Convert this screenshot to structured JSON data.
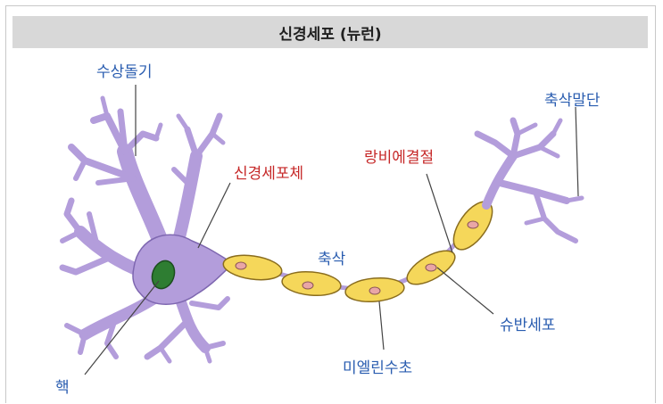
{
  "title": "신경세포 (뉴런)",
  "labels": {
    "dendrite": "수상돌기",
    "soma": "신경세포체",
    "nucleus": "핵",
    "axon": "축삭",
    "node": "랑비에결절",
    "terminal": "축삭말단",
    "schwann": "슈반세포",
    "myelin": "미엘린수초"
  },
  "colors": {
    "cell_body": "#b39ddb",
    "cell_stroke": "#5e4a8a",
    "nucleus": "#2e7d32",
    "myelin_fill": "#f5d75a",
    "myelin_stroke": "#8a6d1e",
    "schwann_nucleus": "#e9a6a6",
    "label_blue": "#2a5db0",
    "label_red": "#c62828"
  }
}
